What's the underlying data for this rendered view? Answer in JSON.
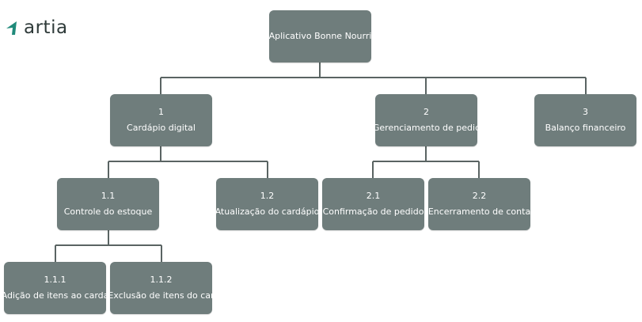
{
  "logo": {
    "text": "artia"
  },
  "colors": {
    "node": "#6f7d7c",
    "line": "#5a6463",
    "logo_mark": "#1f8a7a"
  },
  "nodes": {
    "root": {
      "num": "",
      "label": "Aplicativo Bonne Nourri"
    },
    "n1": {
      "num": "1",
      "label": "Cardápio digital"
    },
    "n2": {
      "num": "2",
      "label": "Gerenciamento de pedic"
    },
    "n3": {
      "num": "3",
      "label": "Balanço financeiro"
    },
    "n1_1": {
      "num": "1.1",
      "label": "Controle do estoque"
    },
    "n1_2": {
      "num": "1.2",
      "label": "Atualização do cardápio"
    },
    "n2_1": {
      "num": "2.1",
      "label": "Confirmação de pedido"
    },
    "n2_2": {
      "num": "2.2",
      "label": "Encerramento de conta"
    },
    "n1_1_1": {
      "num": "1.1.1",
      "label": "Adição de itens ao carda"
    },
    "n1_1_2": {
      "num": "1.1.2",
      "label": "Exclusão de itens do car"
    }
  }
}
